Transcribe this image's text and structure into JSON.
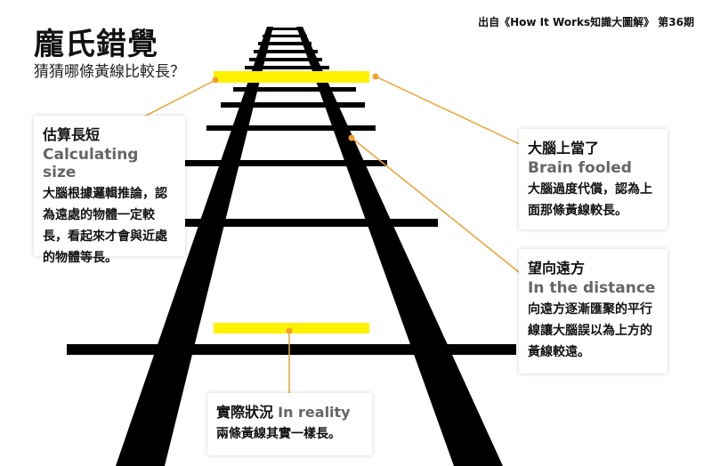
{
  "header": {
    "title": "龐氏錯覺",
    "subtitle": "猜猜哪條黃線比較長？",
    "source": "出自《How It Works知識大圖解》 第36期"
  },
  "callouts": {
    "calculating": {
      "zh": "估算長短",
      "en": "Calculating size",
      "text": "大腦根據邏輯推論，認為遠處的物體一定較長，看起來才會與近處的物體等長。"
    },
    "fooled": {
      "zh": "大腦上當了",
      "en": "Brain fooled",
      "text": "大腦過度代償，認為上面那條黃線較長。"
    },
    "distance": {
      "zh": "望向遠方",
      "en": "In the distance",
      "text": "向遠方逐漸匯聚的平行線讓大腦誤以為上方的黃線較遠。"
    },
    "reality": {
      "zh": "實際狀況",
      "en": "In reality",
      "text": "兩條黃線其實一樣長。"
    }
  },
  "colors": {
    "yellow": "#fff200",
    "orange": "#f0a030",
    "track": "#000000"
  }
}
